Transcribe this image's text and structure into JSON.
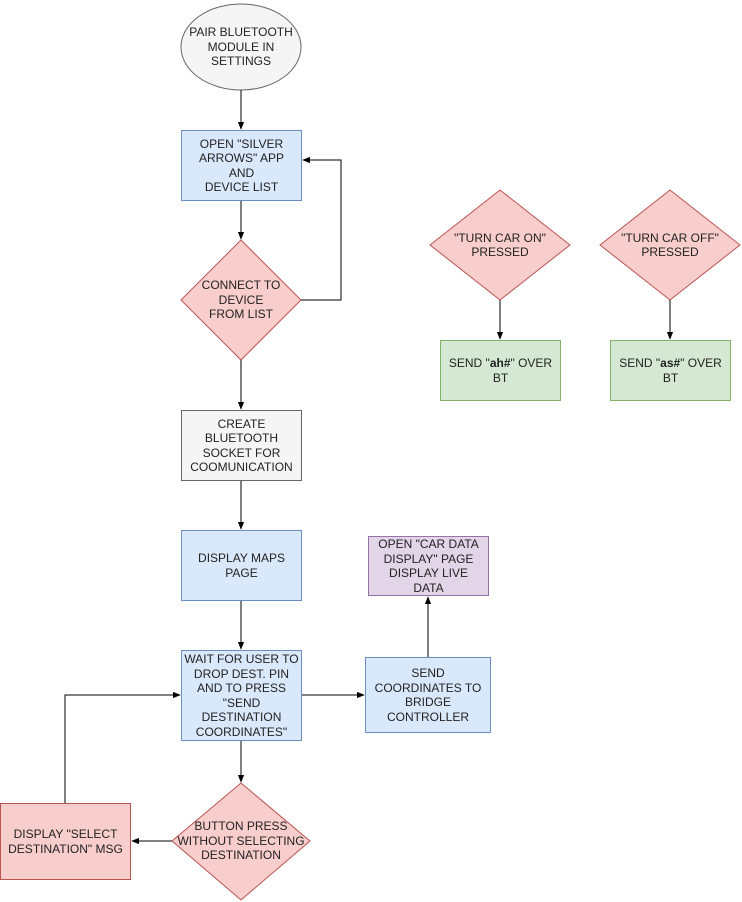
{
  "colors": {
    "blue_fill": "#dae8fc",
    "blue_stroke": "#6c8ebf",
    "red_fill": "#f8cecc",
    "red_stroke": "#b85450",
    "green_fill": "#d5e8d4",
    "green_stroke": "#82b366",
    "purple_fill": "#e1d5e7",
    "purple_stroke": "#9673a6",
    "gray_fill": "#f5f5f5",
    "gray_stroke": "#666666",
    "edge": "#000000"
  },
  "nodes": {
    "pair": "PAIR BLUETOOTH\nMODULE IN\nSETTINGS",
    "open_app": "OPEN \"SILVER\nARROWS\" APP AND\nDEVICE LIST",
    "connect": "CONNECT TO\nDEVICE\nFROM LIST",
    "socket": "CREATE\nBLUETOOTH\nSOCKET FOR\nCOOMUNICATION",
    "maps": "DISPLAY MAPS\nPAGE",
    "wait": "WAIT FOR USER TO\nDROP DEST. PIN\nAND TO PRESS\n\"SEND\nDESTINATION\nCOORDINATES\"",
    "send_coords": "SEND\nCOORDINATES TO\nBRIDGE\nCONTROLLER",
    "car_data": "OPEN \"CAR DATA\nDISPLAY\" PAGE\nDISPLAY LIVE DATA",
    "button_press": "BUTTON PRESS\nWITHOUT SELECTING\nDESTINATION",
    "select_msg": "DISPLAY \"SELECT\nDESTINATION\" MSG",
    "car_on": "\"TURN CAR ON\"\nPRESSED",
    "car_off": "\"TURN CAR OFF\"\nPRESSED",
    "send_ah": {
      "pre": "SEND \"",
      "bold": "ah#",
      "post": "\" OVER\nBT"
    },
    "send_as": {
      "pre": "SEND \"",
      "bold": "as#",
      "post": "\" OVER\nBT"
    }
  }
}
